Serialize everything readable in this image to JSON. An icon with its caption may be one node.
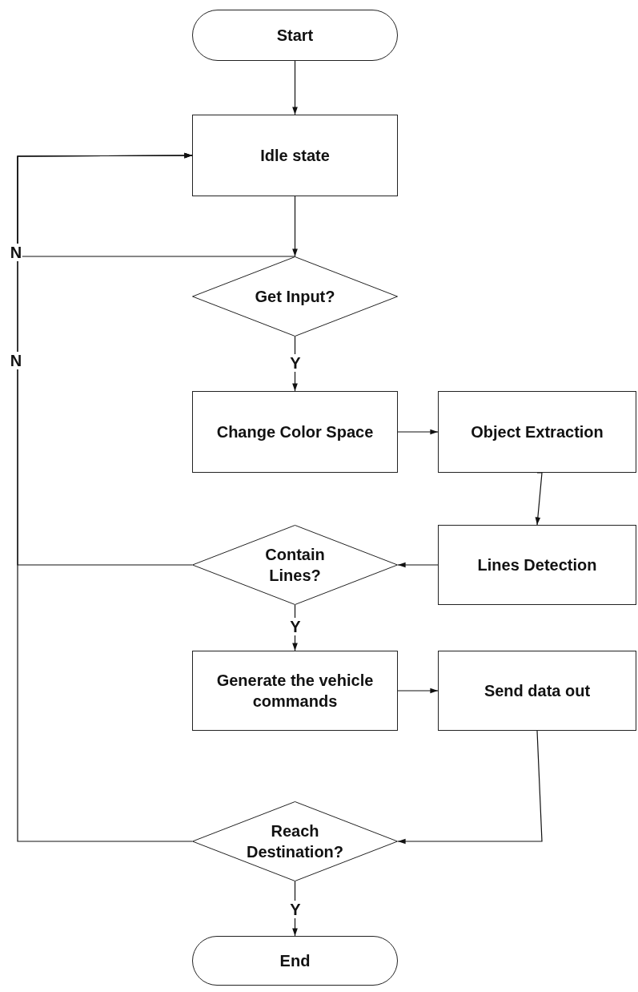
{
  "diagram": {
    "nodes": [
      {
        "text": [
          "Start"
        ]
      },
      {
        "text": [
          "Idle state"
        ]
      },
      {
        "text": [
          "Get Input?"
        ]
      },
      {
        "text": [
          "Change Color Space"
        ]
      },
      {
        "text": [
          "Object Extraction"
        ]
      },
      {
        "text": [
          "Lines Detection"
        ]
      },
      {
        "text": [
          "Contain Lines?"
        ]
      },
      {
        "text": [
          "Generate the vehicle commands"
        ]
      },
      {
        "text": [
          "Send data out"
        ]
      },
      {
        "text": [
          "Reach Destination?"
        ]
      },
      {
        "text": [
          "End"
        ]
      }
    ],
    "edges": [
      {
        "from": 0,
        "to": 1,
        "arrow": "to"
      },
      {
        "from": 1,
        "to": 2,
        "arrow": "to"
      },
      {
        "from": 2,
        "to": 1,
        "arrow": "to",
        "label": "N"
      },
      {
        "from": 2,
        "to": 3,
        "arrow": "to",
        "label": "Y"
      },
      {
        "from": 3,
        "to": 4,
        "arrow": "to"
      },
      {
        "from": 4,
        "to": 5,
        "arrow": "to"
      },
      {
        "from": 5,
        "to": 6,
        "arrow": "to"
      },
      {
        "from": 6,
        "to": 1,
        "arrow": "to",
        "label": "N"
      },
      {
        "from": 6,
        "to": 7,
        "arrow": "to",
        "label": "Y"
      },
      {
        "from": 7,
        "to": 8,
        "arrow": "to"
      },
      {
        "from": 8,
        "to": 9,
        "arrow": "to"
      },
      {
        "from": 9,
        "to": 1,
        "arrow": "to"
      },
      {
        "from": 9,
        "to": 10,
        "arrow": "to",
        "label": "Y"
      }
    ]
  }
}
